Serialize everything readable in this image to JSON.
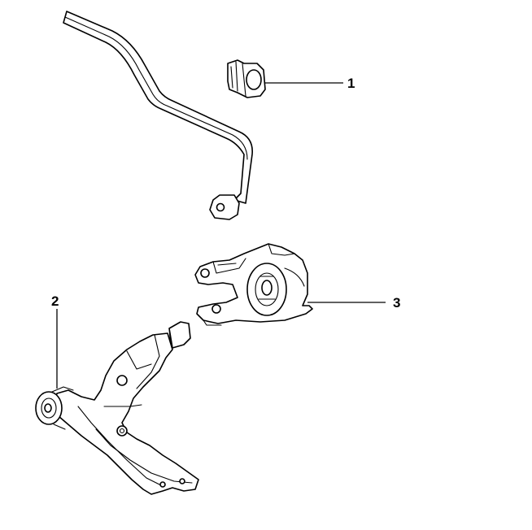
{
  "callouts": [
    {
      "id": "1",
      "text": "1"
    },
    {
      "id": "2",
      "text": "2"
    },
    {
      "id": "3",
      "text": "3"
    }
  ],
  "colors": {
    "line": "#000000",
    "background": "#ffffff"
  }
}
